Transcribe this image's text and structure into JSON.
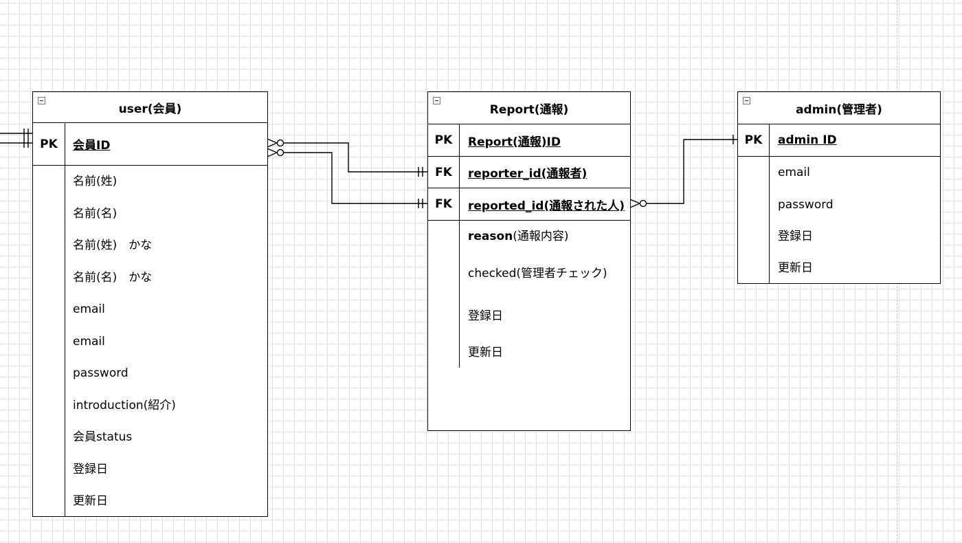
{
  "entities": {
    "user": {
      "title": "user(会員)",
      "pk": {
        "label": "PK",
        "name": "会員ID"
      },
      "attributes": [
        "名前(姓)",
        "名前(名)",
        "名前(姓)　かな",
        "名前(名)　かな",
        "email",
        "email",
        "password",
        "introduction(紹介)",
        "会員status",
        "登録日",
        "更新日"
      ]
    },
    "report": {
      "title": "Report(通報)",
      "pk": {
        "label": "PK",
        "name": "Report(通報)ID"
      },
      "fk1": {
        "label": "FK",
        "name": "reporter_id(通報者)"
      },
      "fk2": {
        "label": "FK",
        "name": "reported_id(通報された人)"
      },
      "attributes": {
        "reason_bold": "reason",
        "reason_rest": "(通報内容)",
        "checked": "checked(管理者チェック)",
        "created": "登録日",
        "updated": "更新日"
      }
    },
    "admin": {
      "title": "admin(管理者)",
      "pk": {
        "label": "PK",
        "name": "admin ID"
      },
      "attributes": [
        "email",
        "password",
        "登録日",
        "更新日"
      ]
    }
  },
  "relationships": [
    {
      "from": "user.会員ID",
      "to": "Report.reporter_id(通報者)",
      "from_cardinality": "zero-or-many",
      "to_cardinality": "exactly-one"
    },
    {
      "from": "user.会員ID",
      "to": "Report.reported_id(通報された人)",
      "from_cardinality": "zero-or-many",
      "to_cardinality": "exactly-one"
    },
    {
      "from": "Report.reported_id(通報された人)",
      "to": "admin.admin ID",
      "from_cardinality": "zero-or-many",
      "to_cardinality": "one"
    },
    {
      "from": "offscreen-left",
      "to": "user.会員ID",
      "from_cardinality": "",
      "to_cardinality": "exactly-one"
    }
  ],
  "colors": {
    "grid": "#e3e3e3",
    "border": "#000000",
    "page_guide": "#c4c4c4"
  }
}
